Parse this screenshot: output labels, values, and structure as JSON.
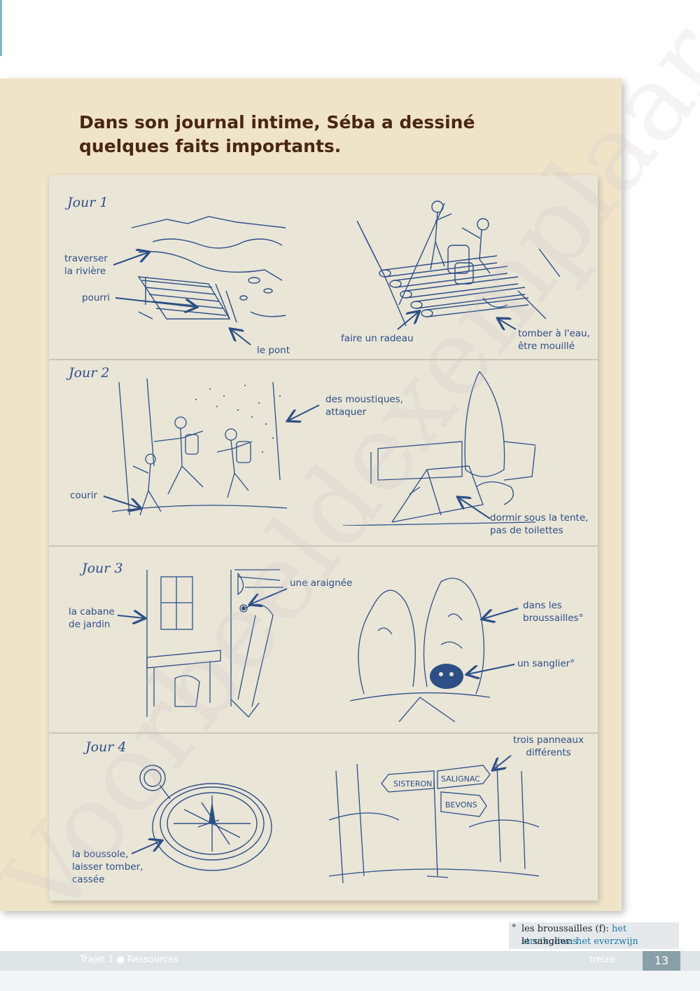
{
  "title": "Dans son journal intime, Séba a dessiné quelques faits importants.",
  "days": [
    {
      "label": "Jour 1"
    },
    {
      "label": "Jour 2"
    },
    {
      "label": "Jour 3"
    },
    {
      "label": "Jour 4"
    }
  ],
  "labels": {
    "traverser": [
      "traverser",
      "la rivière"
    ],
    "pourri": "pourri",
    "pont": "le pont",
    "radeau": "faire un radeau",
    "tomber": [
      "tomber à l'eau,",
      "être mouillé"
    ],
    "moustiques": [
      "des moustiques,",
      "attaquer"
    ],
    "courir": "courir",
    "tente": [
      "dormir sous la tente,",
      "pas de toilettes"
    ],
    "araignee": "une araignée",
    "cabane": [
      "la cabane",
      "de jardin"
    ],
    "broussailles": [
      "dans les",
      "broussailles°"
    ],
    "sanglier": "un sanglier°",
    "panneaux": [
      "trois panneaux",
      "différents"
    ],
    "boussole": [
      "la boussole,",
      "laisser tomber,",
      "cassée"
    ]
  },
  "signs": {
    "sisteron": "SISTERON",
    "salignac": "SALIGNAC",
    "bevons": "BEVONS"
  },
  "footnote": {
    "marker": "°",
    "line1_fr": "les broussailles (f):",
    "line1_nl": "het struikgewas",
    "line2_fr": "le sanglier:",
    "line2_nl": "het everzwijn"
  },
  "footer": {
    "left": "Trajet 1 ● Ressources",
    "word": "treize",
    "page": "13"
  },
  "watermark": "Voorbeeldexemplaar",
  "colors": {
    "title": "#4a2513",
    "ink": "#2d4f86",
    "paper": "#e9e5d7",
    "beige": "#f0e4c8",
    "footnote_nl": "#1e78a8"
  }
}
